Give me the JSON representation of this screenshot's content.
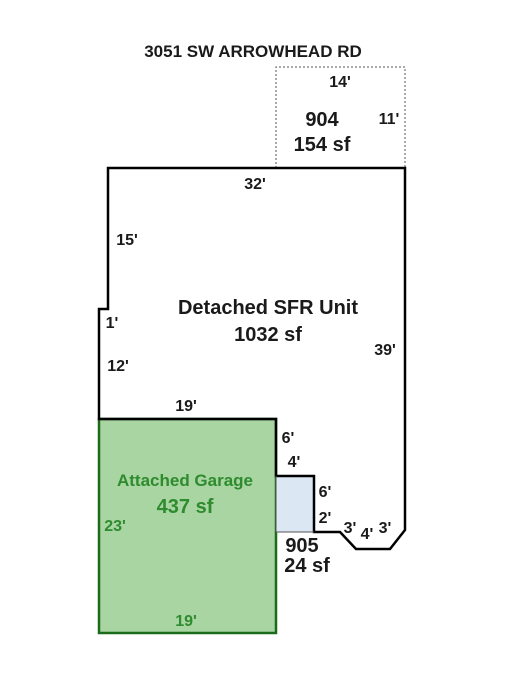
{
  "address": "3051 SW ARROWHEAD RD",
  "colors": {
    "outline": "#000000",
    "garage_fill": "#a8d5a2",
    "garage_text": "#2e8b2e",
    "area_905_fill": "#dbe8f4",
    "dotted_outline": "#555555"
  },
  "areas": {
    "a904": {
      "id": "904",
      "area": "154 sf",
      "dims": {
        "top": "14'",
        "right": "11'"
      }
    },
    "main": {
      "name": "Detached SFR Unit",
      "area": "1032 sf"
    },
    "garage": {
      "name": "Attached Garage",
      "area": "437 sf"
    },
    "a905": {
      "id": "905",
      "area": "24 sf"
    }
  },
  "dims": {
    "main_top": "32'",
    "left_upper": "15'",
    "left_jog": "1'",
    "left_lower": "12'",
    "right": "39'",
    "garage_top": "19'",
    "garage_left": "23'",
    "garage_bottom": "19'",
    "step_six_upper": "6'",
    "step_four": "4'",
    "step_six_lower": "6'",
    "step_two": "2'",
    "chamfer_left": "3'",
    "chamfer_mid": "4'",
    "chamfer_right": "3'"
  }
}
